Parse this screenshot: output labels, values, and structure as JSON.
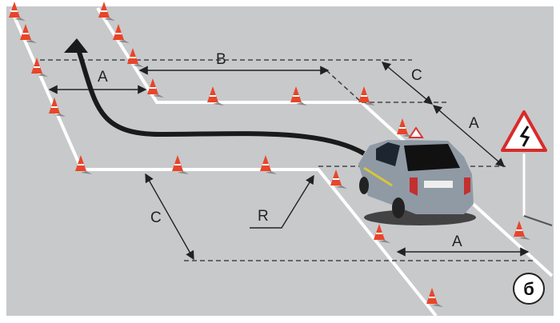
{
  "diagram": {
    "labels": {
      "a_top": "A",
      "b_top": "B",
      "c_right": "C",
      "a_right": "A",
      "c_left": "C",
      "r_curve": "R",
      "a_bottom": "A"
    },
    "badge": "б",
    "sign_icon": "double-bend-warning-sign",
    "colors": {
      "road": "#c8c9cb",
      "cone": "#e8452a",
      "car": "#8f9aa5",
      "path": "#1a1a1a",
      "sign_border": "#d92a2a"
    }
  }
}
